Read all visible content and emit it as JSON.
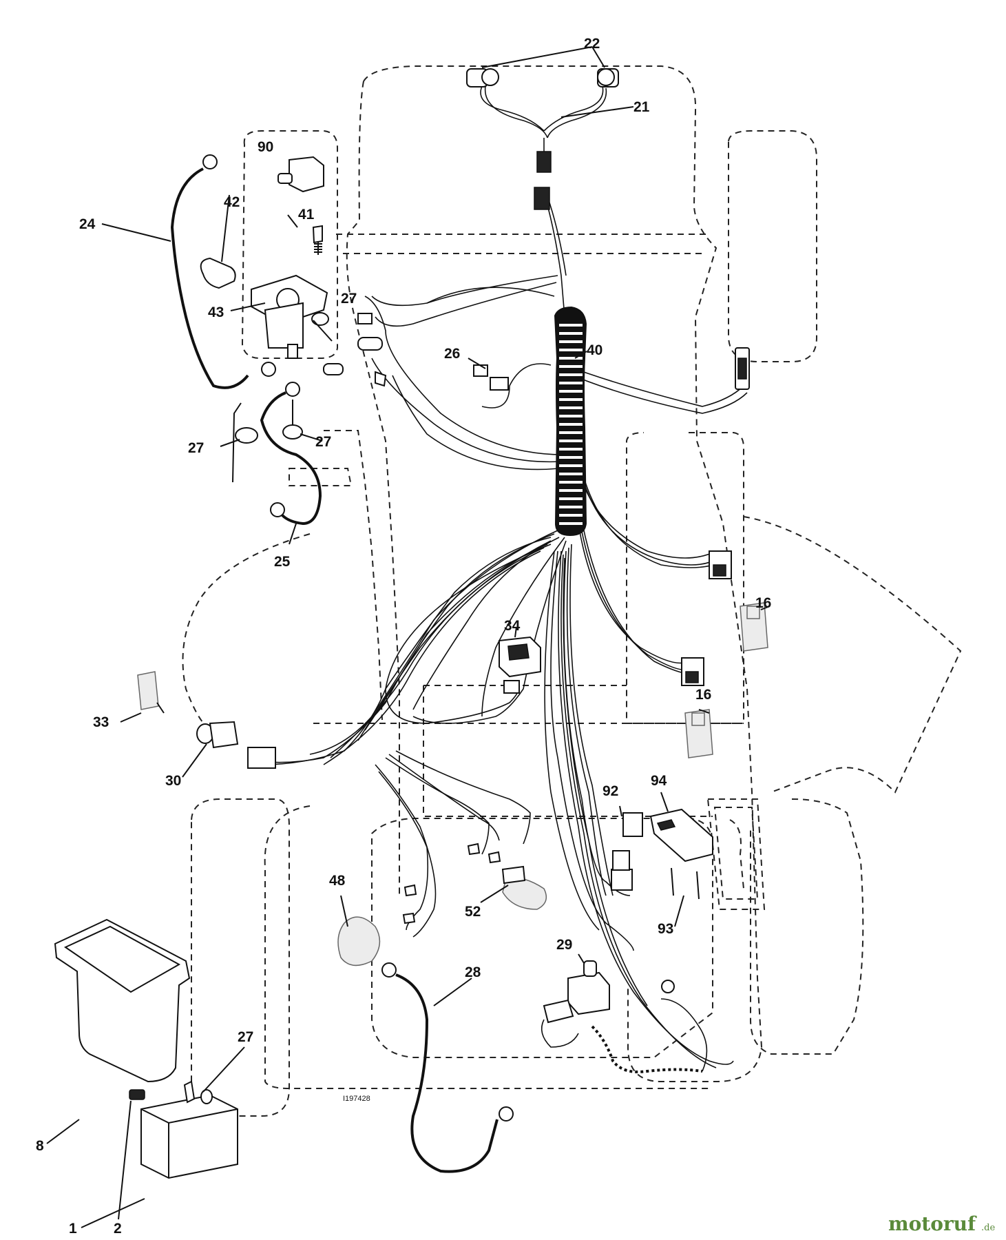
{
  "diagram": {
    "figure_id": "I197428",
    "callouts": {
      "c1": "1",
      "c2": "2",
      "c8": "8",
      "c16a": "16",
      "c16b": "16",
      "c21": "21",
      "c22": "22",
      "c24": "24",
      "c25": "25",
      "c26": "26",
      "c27a": "27",
      "c27b": "27",
      "c27c": "27",
      "c27d": "27",
      "c28": "28",
      "c29": "29",
      "c30": "30",
      "c33": "33",
      "c34": "34",
      "c40": "40",
      "c41": "41",
      "c42": "42",
      "c43": "43",
      "c48": "48",
      "c52": "52",
      "c90": "90",
      "c92": "92",
      "c93": "93",
      "c94": "94"
    }
  },
  "watermark": {
    "brand": "motoruf",
    "tld": ".de"
  }
}
